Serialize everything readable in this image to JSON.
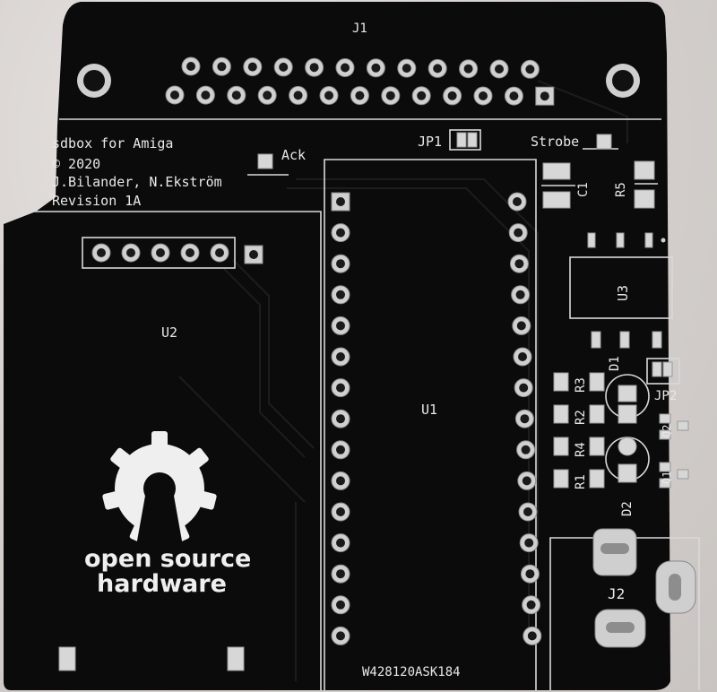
{
  "board": {
    "mask_color": "#0b0b0b",
    "silk_color": "#e8e8e8",
    "pad_color": "#d0d0d0"
  },
  "labels": {
    "j1": "J1",
    "jp1": "JP1",
    "ack": "Ack",
    "strobe": "Strobe",
    "u1": "U1",
    "u2": "U2",
    "u3": "U3",
    "c1": "C1",
    "r5": "R5",
    "r3": "R3",
    "r2": "R2",
    "r4": "R4",
    "r1": "R1",
    "d1": "D1",
    "d2": "D2",
    "q1": "Q1",
    "q2": "Q2",
    "jp2": "JP2",
    "j2": "J2"
  },
  "info_block": {
    "line1": "sdbox for Amiga",
    "line2": "© 2020",
    "line3": "J.Bilander, N.Ekström",
    "line4": "Revision 1A"
  },
  "logo": {
    "line1": "open source",
    "line2": "hardware",
    "icon": "gear-keyhole-icon"
  },
  "serial": "W428120ASK184"
}
